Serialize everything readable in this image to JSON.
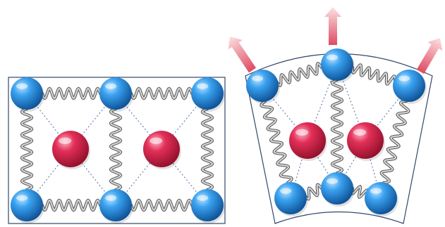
{
  "figure": {
    "panels": [
      {
        "id": "left",
        "description_name": "rectangular-lattice",
        "spheres_blue": 6,
        "spheres_red": 2
      },
      {
        "id": "right",
        "description_name": "curved-lattice",
        "spheres_blue": 6,
        "spheres_red": 2,
        "arrows": 3
      }
    ],
    "colors": {
      "background": "#ffffff",
      "frame": "#34476b",
      "blue_sphere": "#1f88e0",
      "blue_sphere_dark": "#0b4e93",
      "red_sphere": "#e22f58",
      "red_sphere_dark": "#a0122f",
      "spring": "#7a7a7a",
      "spring_light": "#e6e6e6",
      "dotted_line": "#4b6aa8",
      "arrow_top": "#fbe1e1",
      "arrow_bottom": "#e04b63"
    }
  }
}
